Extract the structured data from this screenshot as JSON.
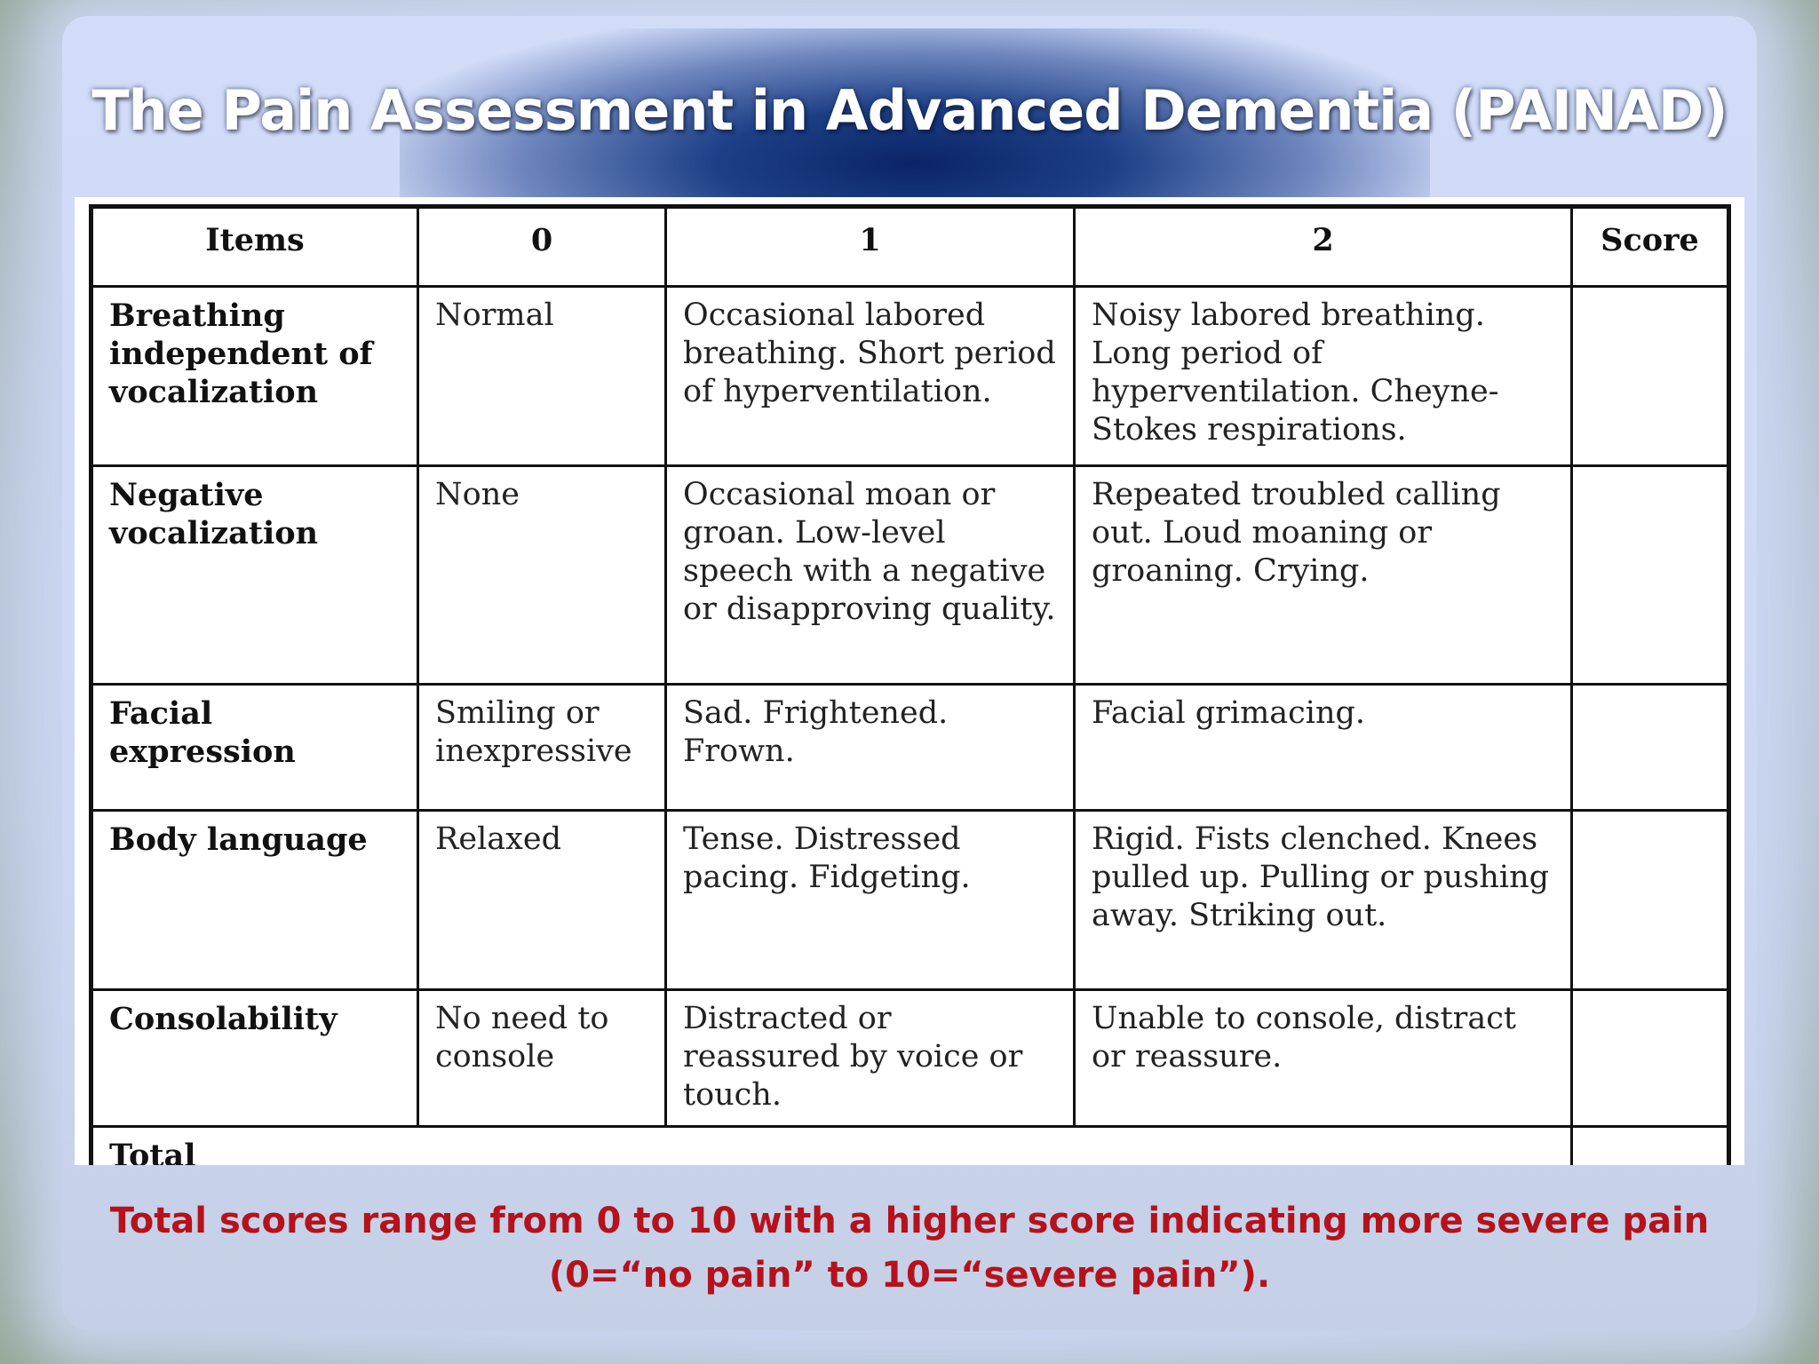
{
  "slide": {
    "title": "The Pain Assessment in Advanced Dementia (PAINAD)"
  },
  "table": {
    "headers": [
      "Items",
      "0",
      "1",
      "2",
      "Score"
    ],
    "rows": [
      {
        "item": "Breathing independent of vocalization",
        "score_0": "Normal",
        "score_1": "Occasional labored breathing. Short period of hyperventilation.",
        "score_2": "Noisy labored breathing. Long period of hyperventilation. Cheyne-Stokes respirations.",
        "score": ""
      },
      {
        "item": "Negative vocalization",
        "score_0": "None",
        "score_1": "Occasional moan or groan.  Low-level speech with a negative or disapproving quality.",
        "score_2": "Repeated troubled calling out. Loud moaning or groaning. Crying.",
        "score": ""
      },
      {
        "item": "Facial expression",
        "score_0": "Smiling or inexpressive",
        "score_1": "Sad. Frightened. Frown.",
        "score_2": "Facial grimacing.",
        "score": ""
      },
      {
        "item": "Body language",
        "score_0": "Relaxed",
        "score_1": "Tense. Distressed pacing. Fidgeting.",
        "score_2": "Rigid. Fists clenched. Knees pulled up. Pulling or pushing away. Striking out.",
        "score": ""
      },
      {
        "item": "Consolability",
        "score_0": "No need to console",
        "score_1": "Distracted or reassured by voice or touch.",
        "score_2": "Unable to console, distract or reassure.",
        "score": ""
      }
    ],
    "total_label": "Total",
    "total_value": ""
  },
  "footnote": {
    "line1": "Total scores range from 0 to 10 with a higher score indicating more severe pain",
    "line2": "(0=“no pain” to 10=“severe pain”)."
  },
  "colors": {
    "title_text": "#ffffff",
    "footnote_text": "#b5121b",
    "title_band": "#0b2466",
    "table_border": "#111111"
  }
}
